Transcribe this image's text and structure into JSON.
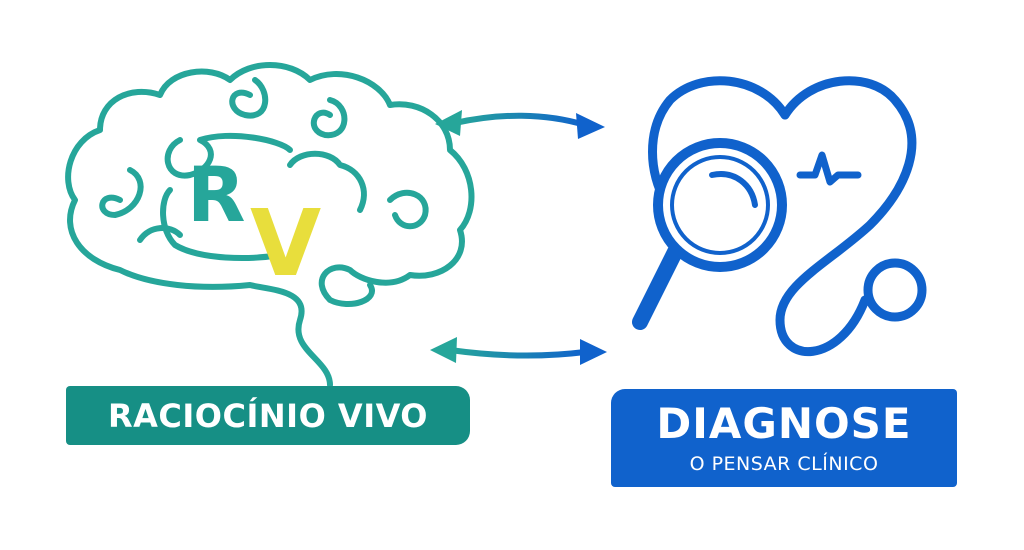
{
  "left_logo": {
    "monogram_r": "R",
    "monogram_v": "V",
    "label": "RACIOCÍNIO VIVO"
  },
  "right_logo": {
    "title": "DIAGNOSE",
    "subtitle": "O PENSAR CLÍNICO"
  },
  "colors": {
    "teal": "#26a69a",
    "teal_dark": "#168f85",
    "blue": "#1062cc",
    "yellow": "#e8de3c"
  }
}
